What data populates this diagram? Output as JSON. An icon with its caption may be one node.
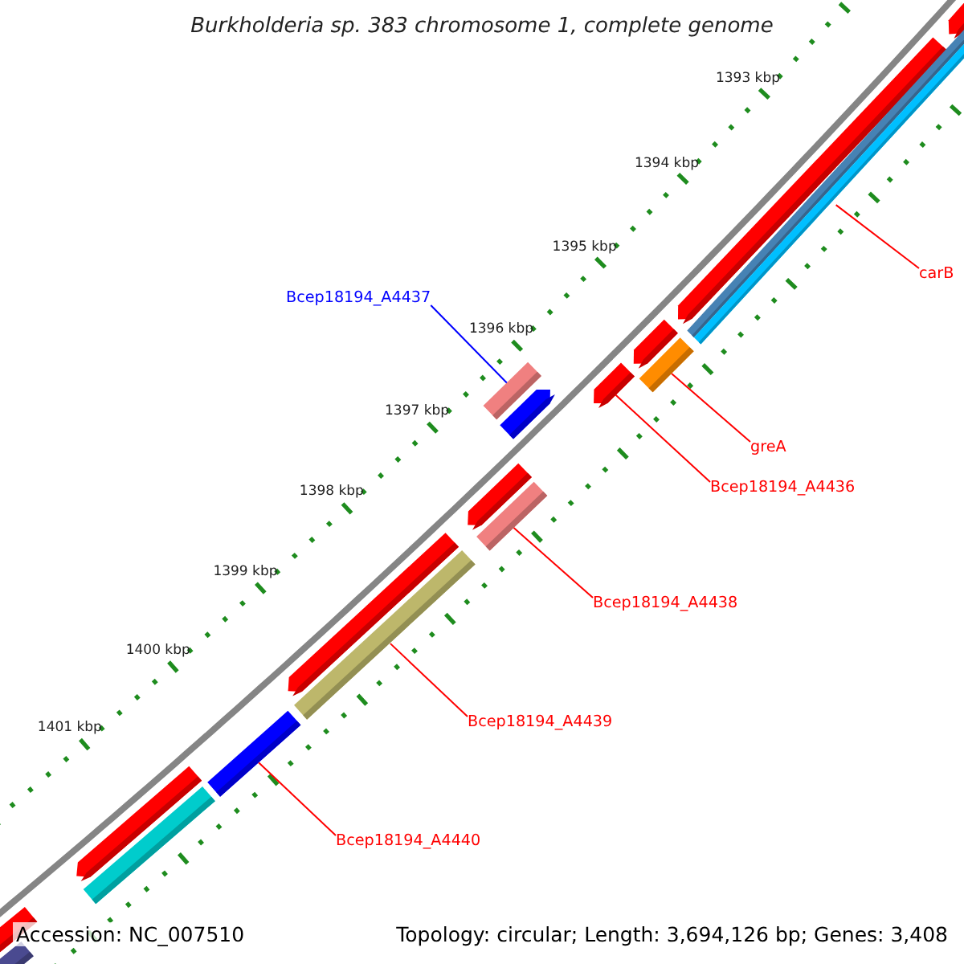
{
  "diagram": {
    "title": "Burkholderia sp. 383 chromosome 1, complete genome",
    "nodes": [
      {
        "text": [
          "carB"
        ]
      },
      {
        "text": [],
        "shape": "bar"
      },
      {
        "text": [
          "Bcep18194_A4437"
        ]
      },
      {
        "text": [],
        "shape": "bar"
      },
      {
        "text": [
          "greA"
        ]
      },
      {
        "text": [],
        "shape": "bar"
      },
      {
        "text": [
          "Bcep18194_A4436"
        ]
      },
      {
        "text": [],
        "shape": "bar"
      },
      {
        "text": [
          "Bcep18194_A4438"
        ]
      },
      {
        "text": [],
        "shape": "bar"
      },
      {
        "text": [
          "Bcep18194_A4439"
        ]
      },
      {
        "text": [],
        "shape": "bar"
      },
      {
        "text": [
          "Bcep18194_A4440"
        ]
      },
      {
        "text": [],
        "shape": "bar"
      }
    ],
    "edges": [
      {
        "from": 0,
        "to": 1,
        "arrow": "none"
      },
      {
        "from": 2,
        "to": 3,
        "arrow": "none",
        "color": "#0000ff"
      },
      {
        "from": 4,
        "to": 5,
        "arrow": "none"
      },
      {
        "from": 6,
        "to": 7,
        "arrow": "none"
      },
      {
        "from": 8,
        "to": 9,
        "arrow": "none"
      },
      {
        "from": 10,
        "to": 11,
        "arrow": "none"
      },
      {
        "from": 12,
        "to": 13,
        "arrow": "none"
      }
    ],
    "labels": [
      "1393 kbp",
      "1394 kbp",
      "1395 kbp",
      "1396 kbp",
      "1397 kbp",
      "1398 kbp",
      "1399 kbp",
      "1400 kbp",
      "1401 kbp",
      "Accession: NC_007510",
      "Topology: circular; Length: 3,694,126 bp; Genes: 3,408"
    ]
  }
}
